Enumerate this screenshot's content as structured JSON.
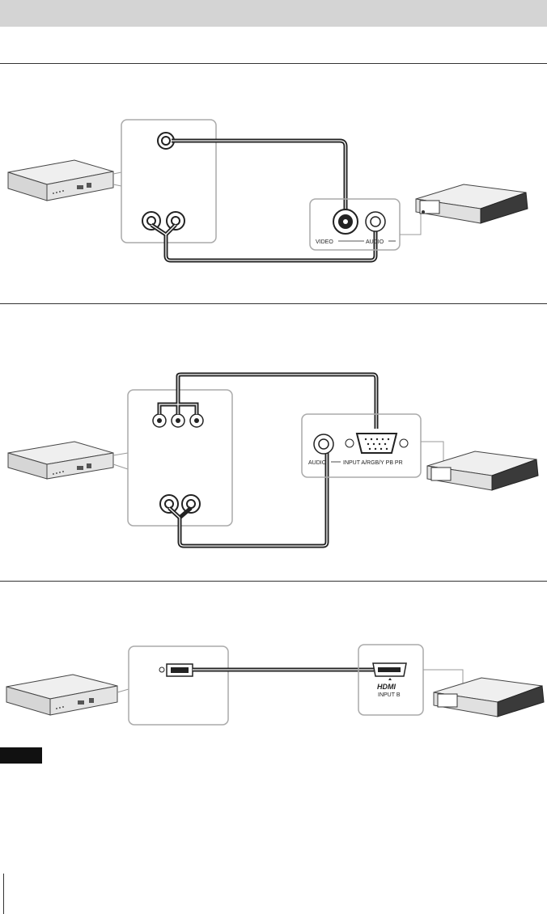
{
  "panel_a": {
    "video_label": "VIDEO",
    "audio_label": "AUDIO"
  },
  "panel_b": {
    "audio_label": "AUDIO",
    "input_label": "INPUT A/RGB/Y PB PR"
  },
  "panel_c": {
    "hdmi_logo": "HDMI",
    "input_label": "INPUT B"
  }
}
